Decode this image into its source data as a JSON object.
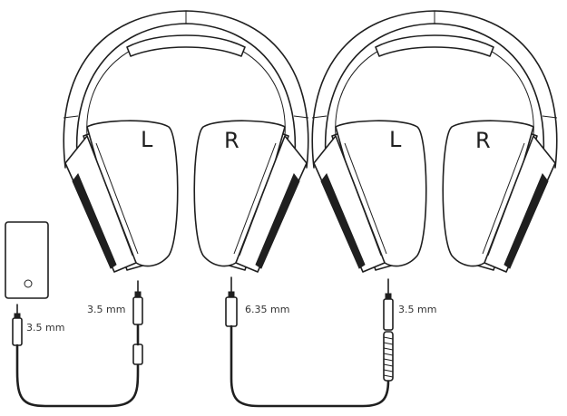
{
  "labels": {
    "left_side_1": "L",
    "right_side_1": "R",
    "left_side_2": "L",
    "right_side_2": "R",
    "plug_source": "3.5 mm",
    "plug_headphone_1": "3.5 mm",
    "plug_adapter": "6.35 mm",
    "plug_headphone_2": "3.5 mm"
  },
  "icons": {
    "headphones": "headphones-icon",
    "device": "audio-device-icon",
    "straight_cable": "straight-cable-icon",
    "coiled_cable": "coiled-cable-icon"
  }
}
